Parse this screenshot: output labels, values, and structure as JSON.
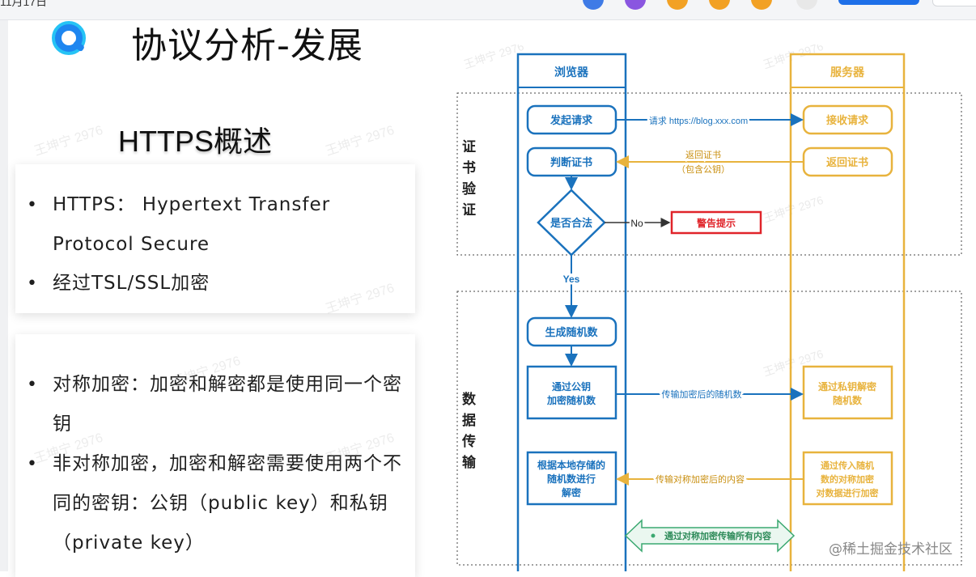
{
  "browser": {
    "date_text": "11月17日",
    "accent_blue": "#1e6fe8"
  },
  "slide": {
    "title": "协议分析-发展",
    "subtitle": "HTTPS概述",
    "card1": {
      "bullets": [
        {
          "marker": "•",
          "text": "HTTPS：  Hypertext Transfer Protocol Secure"
        },
        {
          "marker": "•",
          "text": "经过TSL/SSL加密"
        }
      ]
    },
    "card2": {
      "bullets": [
        {
          "marker": "•",
          "text": "对称加密：加密和解密都是使用同一个密钥"
        },
        {
          "marker": "•",
          "text": "非对称加密，加密和解密需要使用两个不同的密钥：公钥（public key）和私钥（private key）"
        }
      ]
    },
    "watermark_text": "王坤宁 2976"
  },
  "diagram": {
    "lanes": {
      "browser": "浏览器",
      "server": "服务器"
    },
    "sections": {
      "cert": "证书验证",
      "data": "数据传输"
    },
    "browser_steps": {
      "request": "发起请求",
      "check_cert": "判断证书",
      "is_valid": "是否合法",
      "warning": "警告提示",
      "gen_random": "生成随机数",
      "encrypt_random": [
        "通过公钥",
        "加密随机数"
      ],
      "decrypt_content": [
        "根据本地存储的",
        "随机数进行",
        "解密"
      ]
    },
    "server_steps": {
      "receive": "接收请求",
      "return_cert": "返回证书",
      "decrypt_random": [
        "通过私钥解密",
        "随机数"
      ],
      "encrypt_content": [
        "通过传入随机",
        "数的对称加密",
        "对数据进行加密"
      ]
    },
    "arrows": {
      "request_label": "请求 https://blog.xxx.com",
      "return_cert_label": [
        "返回证书",
        "（包含公钥）"
      ],
      "no_label": "No",
      "yes_label": "Yes",
      "send_random_label": "传输加密后的随机数",
      "send_content_label": "传输对称加密后的内容",
      "sym_transfer_label": "通过对称加密传输所有内容"
    },
    "colors": {
      "browser": "#1a72bd",
      "server": "#e8b33d",
      "warning": "#e0242a",
      "transfer": "#3aa870"
    }
  },
  "footer": {
    "source": "@稀土掘金技术社区"
  }
}
